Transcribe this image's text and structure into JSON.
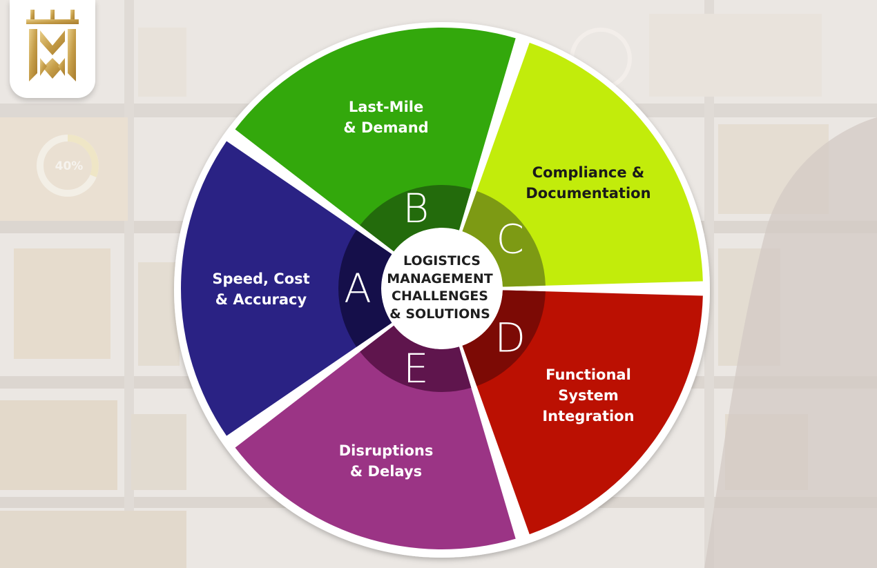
{
  "center": {
    "lines": [
      "LOGISTICS",
      "MANAGEMENT",
      "CHALLENGES",
      "& SOLUTIONS"
    ]
  },
  "segments": [
    {
      "letter": "A",
      "lines": [
        "Speed, Cost",
        "& Accuracy"
      ],
      "color": "#2a2284",
      "inner_color": "#150f4a",
      "text_color": "#ffffff"
    },
    {
      "letter": "B",
      "lines": [
        "Last-Mile",
        "& Demand"
      ],
      "color": "#33a80c",
      "inner_color": "#236b0c",
      "text_color": "#ffffff"
    },
    {
      "letter": "C",
      "lines": [
        "Compliance &",
        "Documentation"
      ],
      "color": "#c2ec0b",
      "inner_color": "#7d9a14",
      "text_color": "#1a1a1a"
    },
    {
      "letter": "D",
      "lines": [
        "Functional",
        "System",
        "Integration"
      ],
      "color": "#bb1002",
      "inner_color": "#7c0a05",
      "text_color": "#ffffff"
    },
    {
      "letter": "E",
      "lines": [
        "Disruptions",
        "& Delays"
      ],
      "color": "#9b3485",
      "inner_color": "#5f154d",
      "text_color": "#ffffff"
    }
  ],
  "background": {
    "gauge_text": "40%"
  }
}
